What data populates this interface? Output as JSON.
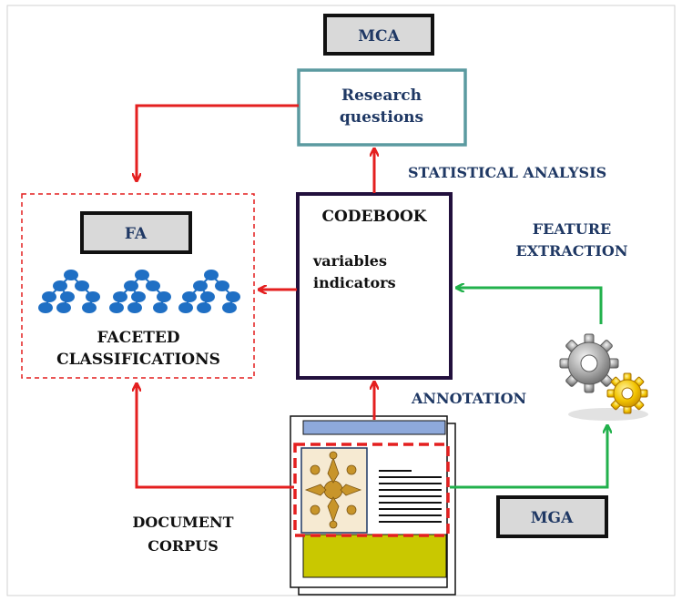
{
  "boxes": {
    "mca": "MCA",
    "research_questions": [
      "Research",
      "questions"
    ],
    "codebook_title": "CODEBOOK",
    "codebook_items": [
      "variables",
      "indicators"
    ],
    "fa": "FA",
    "faceted": [
      "FACETED",
      "CLASSIFICATIONS"
    ],
    "mga": "MGA"
  },
  "labels": {
    "statistical_analysis": "STATISTICAL ANALYSIS",
    "feature_extraction": [
      "FEATURE",
      "EXTRACTION"
    ],
    "annotation": "ANNOTATION",
    "document_corpus": [
      "DOCUMENT",
      "CORPUS"
    ]
  },
  "colors": {
    "red_arrow": "#e41f1f",
    "green_arrow": "#22b14c",
    "navy_text": "#1f3864",
    "teal_border": "#5b9aa0",
    "codebook_border": "#22103d",
    "tag_fill": "#d9d9d9",
    "tree_blue": "#1f6fc4",
    "doc_header": "#8ea9db",
    "doc_footer": "#c9c800"
  },
  "icons": [
    "gears-icon",
    "tree-icon",
    "document-icon",
    "ornament-icon"
  ]
}
